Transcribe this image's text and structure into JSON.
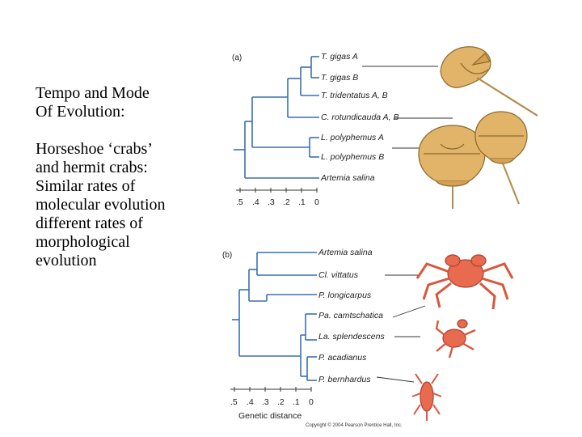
{
  "slide": {
    "title_lines": [
      "Tempo and Mode",
      "Of Evolution:"
    ],
    "body_lines": [
      "Horseshoe ‘crabs’",
      "and hermit crabs:",
      "Similar rates of",
      "molecular evolution",
      "different rates of",
      "morphological",
      "evolution"
    ]
  },
  "figure": {
    "panel_a": {
      "label": "(a)",
      "taxa": [
        "T. gigas A",
        "T. gigas B",
        "T. tridentatus A, B",
        "C. rotundicauda A, B",
        "L. polyphemus A",
        "L. polyphemus B",
        "Artemia salina"
      ],
      "scale_ticks": [
        ".5",
        ".4",
        ".3",
        ".2",
        ".1",
        "0"
      ]
    },
    "panel_b": {
      "label": "(b)",
      "taxa": [
        "Artemia salina",
        "Cl. vittatus",
        "P. longicarpus",
        "Pa. camtschatica",
        "La. splendescens",
        "P. acadianus",
        "P. bernhardus"
      ],
      "scale_ticks": [
        ".5",
        ".4",
        ".3",
        ".2",
        ".1",
        "0"
      ],
      "axis_label": "Genetic distance"
    },
    "copyright": "Copyright © 2004 Pearson Prentice Hall, Inc.",
    "colors": {
      "tree": "#3a6fb0",
      "horseshoe_crab": "#e2b46a",
      "hermit_crab": "#e86a4f"
    }
  }
}
